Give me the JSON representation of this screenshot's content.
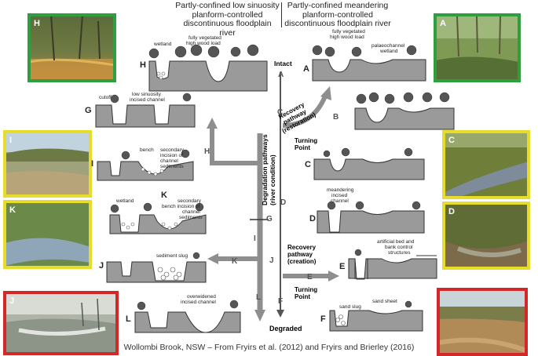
{
  "titles": {
    "left": [
      "Partly-confined low sinuosity",
      "planform-controlled",
      "discontinuous floodplain river"
    ],
    "right": [
      "Partly-confined meandering",
      "planform-controlled",
      "discontinuous floodplain river"
    ]
  },
  "axis": {
    "top": "Intact",
    "bottom": "Degraded",
    "pathway": [
      "Degradation pathways",
      "(river condition)"
    ]
  },
  "recovery_restoration": [
    "Recovery",
    "pathway",
    "(restoration)"
  ],
  "recovery_creation": [
    "Recovery",
    "pathway",
    "(creation)"
  ],
  "turning_point": [
    "Turning",
    "Point"
  ],
  "stage_letters": [
    "A",
    "B",
    "C",
    "D",
    "E",
    "F",
    "G",
    "H",
    "I",
    "J",
    "K",
    "L"
  ],
  "stage_labels": {
    "H": [
      "wetland",
      "fully vegetated",
      "high wood load"
    ],
    "A": [
      "fully vegetated",
      "high wood load",
      "palaeochannel",
      "wetland"
    ],
    "G": [
      "cutoff",
      "low sinuosity",
      "incised channel"
    ],
    "I": [
      "bench",
      "secondary",
      "incision of",
      "channel",
      "sediments"
    ],
    "K": [
      "wetland",
      "secondary",
      "bench incision of",
      "channel",
      "sediments"
    ],
    "D": [
      "meandering",
      "incised",
      "channel"
    ],
    "E": [
      "artificial bed and",
      "bank control",
      "structures"
    ],
    "J": [
      "sediment slug"
    ],
    "L": [
      "overwidened",
      "incised channel"
    ],
    "F": [
      "sand slug",
      "sand sheet"
    ]
  },
  "photos": [
    {
      "label": "H",
      "border": "#2e9e3e"
    },
    {
      "label": "A",
      "border": "#2e9e3e"
    },
    {
      "label": "I",
      "border": "#e8dc2a"
    },
    {
      "label": "C",
      "border": "#e8dc2a"
    },
    {
      "label": "K",
      "border": "#e8dc2a"
    },
    {
      "label": "D",
      "border": "#e8dc2a"
    },
    {
      "label": "J",
      "border": "#d42828"
    },
    {
      "label": "",
      "border": "#d42828"
    }
  ],
  "footer": "Wollombi Brook, NSW – From Fryirs et al. (2012) and Fryirs and Brierley (2016)",
  "colors": {
    "ground": "#9a9a9a",
    "arrow": "#8e8e8e",
    "green": "#2e9e3e",
    "yellow": "#e8dc2a",
    "red": "#d42828"
  }
}
